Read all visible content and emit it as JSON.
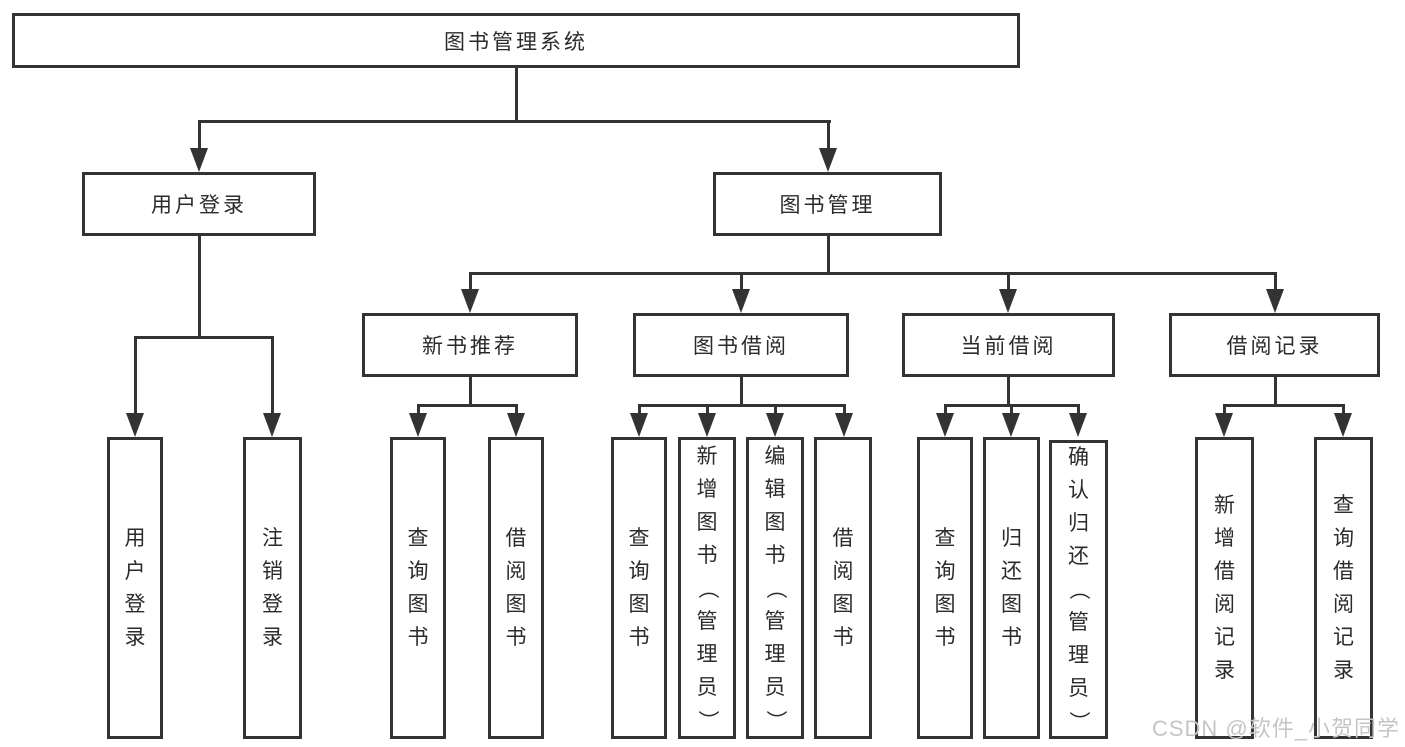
{
  "colors": {
    "line": "#333333",
    "box_border": "#333333",
    "box_bg": "#ffffff",
    "text": "#2b2b2b",
    "watermark": "#c2c6c9"
  },
  "watermark": {
    "text": "CSDN @软件_小贺同学"
  },
  "tree": {
    "root": {
      "label": "图书管理系统"
    },
    "branches": [
      {
        "label": "用户登录",
        "children": [
          {
            "label": "用户登录"
          },
          {
            "label": "注销登录"
          }
        ]
      },
      {
        "label": "图书管理",
        "children": [
          {
            "label": "新书推荐",
            "children": [
              {
                "label": "查询图书"
              },
              {
                "label": "借阅图书"
              }
            ]
          },
          {
            "label": "图书借阅",
            "children": [
              {
                "label": "查询图书"
              },
              {
                "label": "新增图书（管理员）"
              },
              {
                "label": "编辑图书（管理员）"
              },
              {
                "label": "借阅图书"
              }
            ]
          },
          {
            "label": "当前借阅",
            "children": [
              {
                "label": "查询图书"
              },
              {
                "label": "归还图书"
              },
              {
                "label": "确认归还（管理员）"
              }
            ]
          },
          {
            "label": "借阅记录",
            "children": [
              {
                "label": "新增借阅记录"
              },
              {
                "label": "查询借阅记录"
              }
            ]
          }
        ]
      }
    ]
  }
}
